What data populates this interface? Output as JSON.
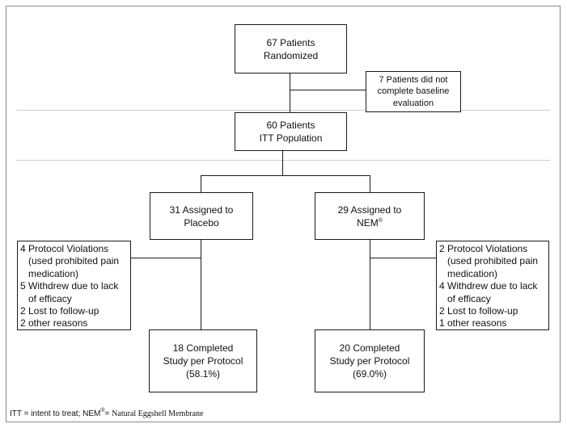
{
  "boxes": {
    "randomized": [
      "67 Patients",
      "Randomized"
    ],
    "excluded": [
      "7 Patients did not",
      "complete baseline",
      "evaluation"
    ],
    "itt": [
      "60 Patients",
      "ITT Population"
    ],
    "placebo": [
      "31 Assigned to",
      "Placebo"
    ],
    "nem": [
      "29 Assigned to",
      "NEM",
      "®"
    ],
    "placebo_completed": [
      "18 Completed",
      "Study per Protocol",
      "(58.1%)"
    ],
    "nem_completed": [
      "20 Completed",
      "Study per Protocol",
      "(69.0%)"
    ]
  },
  "placebo_dropouts": [
    "4 Protocol Violations",
    "(used prohibited pain",
    "medication)",
    "5 Withdrew due to lack",
    "of efficacy",
    "2 Lost to follow-up",
    "2 other reasons"
  ],
  "nem_dropouts": [
    "2 Protocol Violations",
    "(used prohibited pain",
    "medication)",
    "4 Withdrew due to lack",
    "of efficacy",
    "2 Lost to follow-up",
    "1 other reasons"
  ],
  "footer": {
    "abbrev": "ITT = intent to treat; NEM",
    "reg": "®",
    "eq": "= ",
    "definition": "Natural Eggshell Membrane"
  }
}
